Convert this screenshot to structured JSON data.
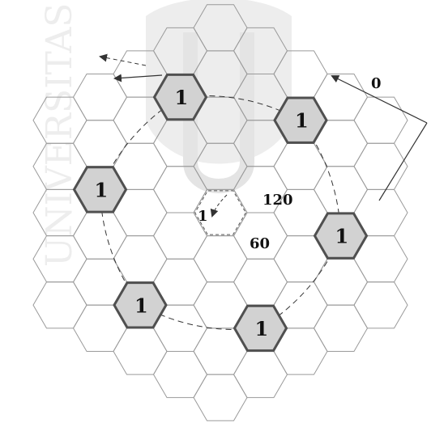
{
  "diagram": {
    "watermark_text": "UNIVERSITAS",
    "colors": {
      "grid_stroke": "#9a9a9a",
      "shaded_cell": "#d2d2d2",
      "shaded_cell_border": "#505050",
      "arrow": "#333333",
      "watermark": "#e6e6e6"
    },
    "cells": [
      {
        "label": "1"
      },
      {
        "label": "1"
      },
      {
        "label": "1"
      },
      {
        "label": "1"
      },
      {
        "label": "1"
      },
      {
        "label": "1"
      }
    ],
    "center": {
      "label": "1",
      "angle_label_top": "120",
      "angle_label_bottom": "60"
    },
    "top_right_label": "0"
  }
}
